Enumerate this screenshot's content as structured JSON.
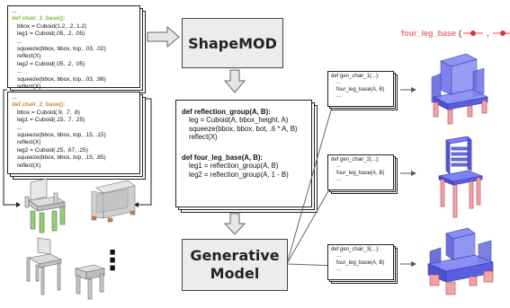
{
  "program1": {
    "dots_top": "...",
    "header": "def chair_1_base():",
    "lines": [
      "bbox = Cuboid(1.2, .2, 1.2)",
      "leg1 = Cuboid(.05, .2, .05)",
      "...",
      "squeeze(bbox, bbox, top, .03, .02)",
      "reflect(X)",
      "leg2 = Cuboid(.05, .2, .05)",
      "...",
      "squeeze(bbox, bbox, top, .03, .98)",
      "reflect(X)"
    ],
    "dots_bottom": "..."
  },
  "program2": {
    "dots_top": "...",
    "header": "def chair_2_base():",
    "lines": [
      "bbox = Cuboid(.9, .7, .8)",
      "leg1 = Cuboid(.15, .7, .25)",
      "...",
      "squeeze(bbox, bbox, top, .15, .15)",
      "reflect(X)",
      "leg2 = Cuboid(.25, .67, .25)",
      "squeeze(bbox, bbox, top, .15, .85)",
      "reflect(X)"
    ],
    "dots_bottom": "..."
  },
  "shapemod_label": "ShapeMOD",
  "generative_label_1": "Generative",
  "generative_label_2": "Model",
  "library": {
    "abstraction_header": "def reflection_group(A, B):",
    "abstraction_lines": [
      "leg = Cuboid(A, bbox_height, A)",
      "squeeze(bbox, bbox, bot, .6 * A, B)",
      "reflect(X)"
    ],
    "macro_header": "def four_leg_base(A, B):",
    "macro_lines": [
      "leg1 = reflection_group(A, B)",
      "leg2 = reflection_group(A, 1 - B)"
    ]
  },
  "legend": {
    "label": "four_leg_base",
    "open": "(",
    "comma": ",",
    "close": ")"
  },
  "generated": [
    {
      "header": "def gen_chair_1(...):",
      "dots": "...",
      "call": "four_leg_base(A, B)",
      "dots2": "..."
    },
    {
      "header": "def gen_chair_2(...):",
      "dots": "...",
      "call": "four_leg_base(A, B)",
      "dots2": "..."
    },
    {
      "header": "def gen_chair_3(...):",
      "dots": "...",
      "call": "four_leg_base(A, B)",
      "dots2": "..."
    }
  ],
  "ellipsis_dots": "⋮",
  "colors": {
    "green": "#7db443",
    "orange": "#c7843b",
    "pink": "#e7727a",
    "blue_body": "#5b63e6",
    "gen_header": "#8f9be6"
  }
}
